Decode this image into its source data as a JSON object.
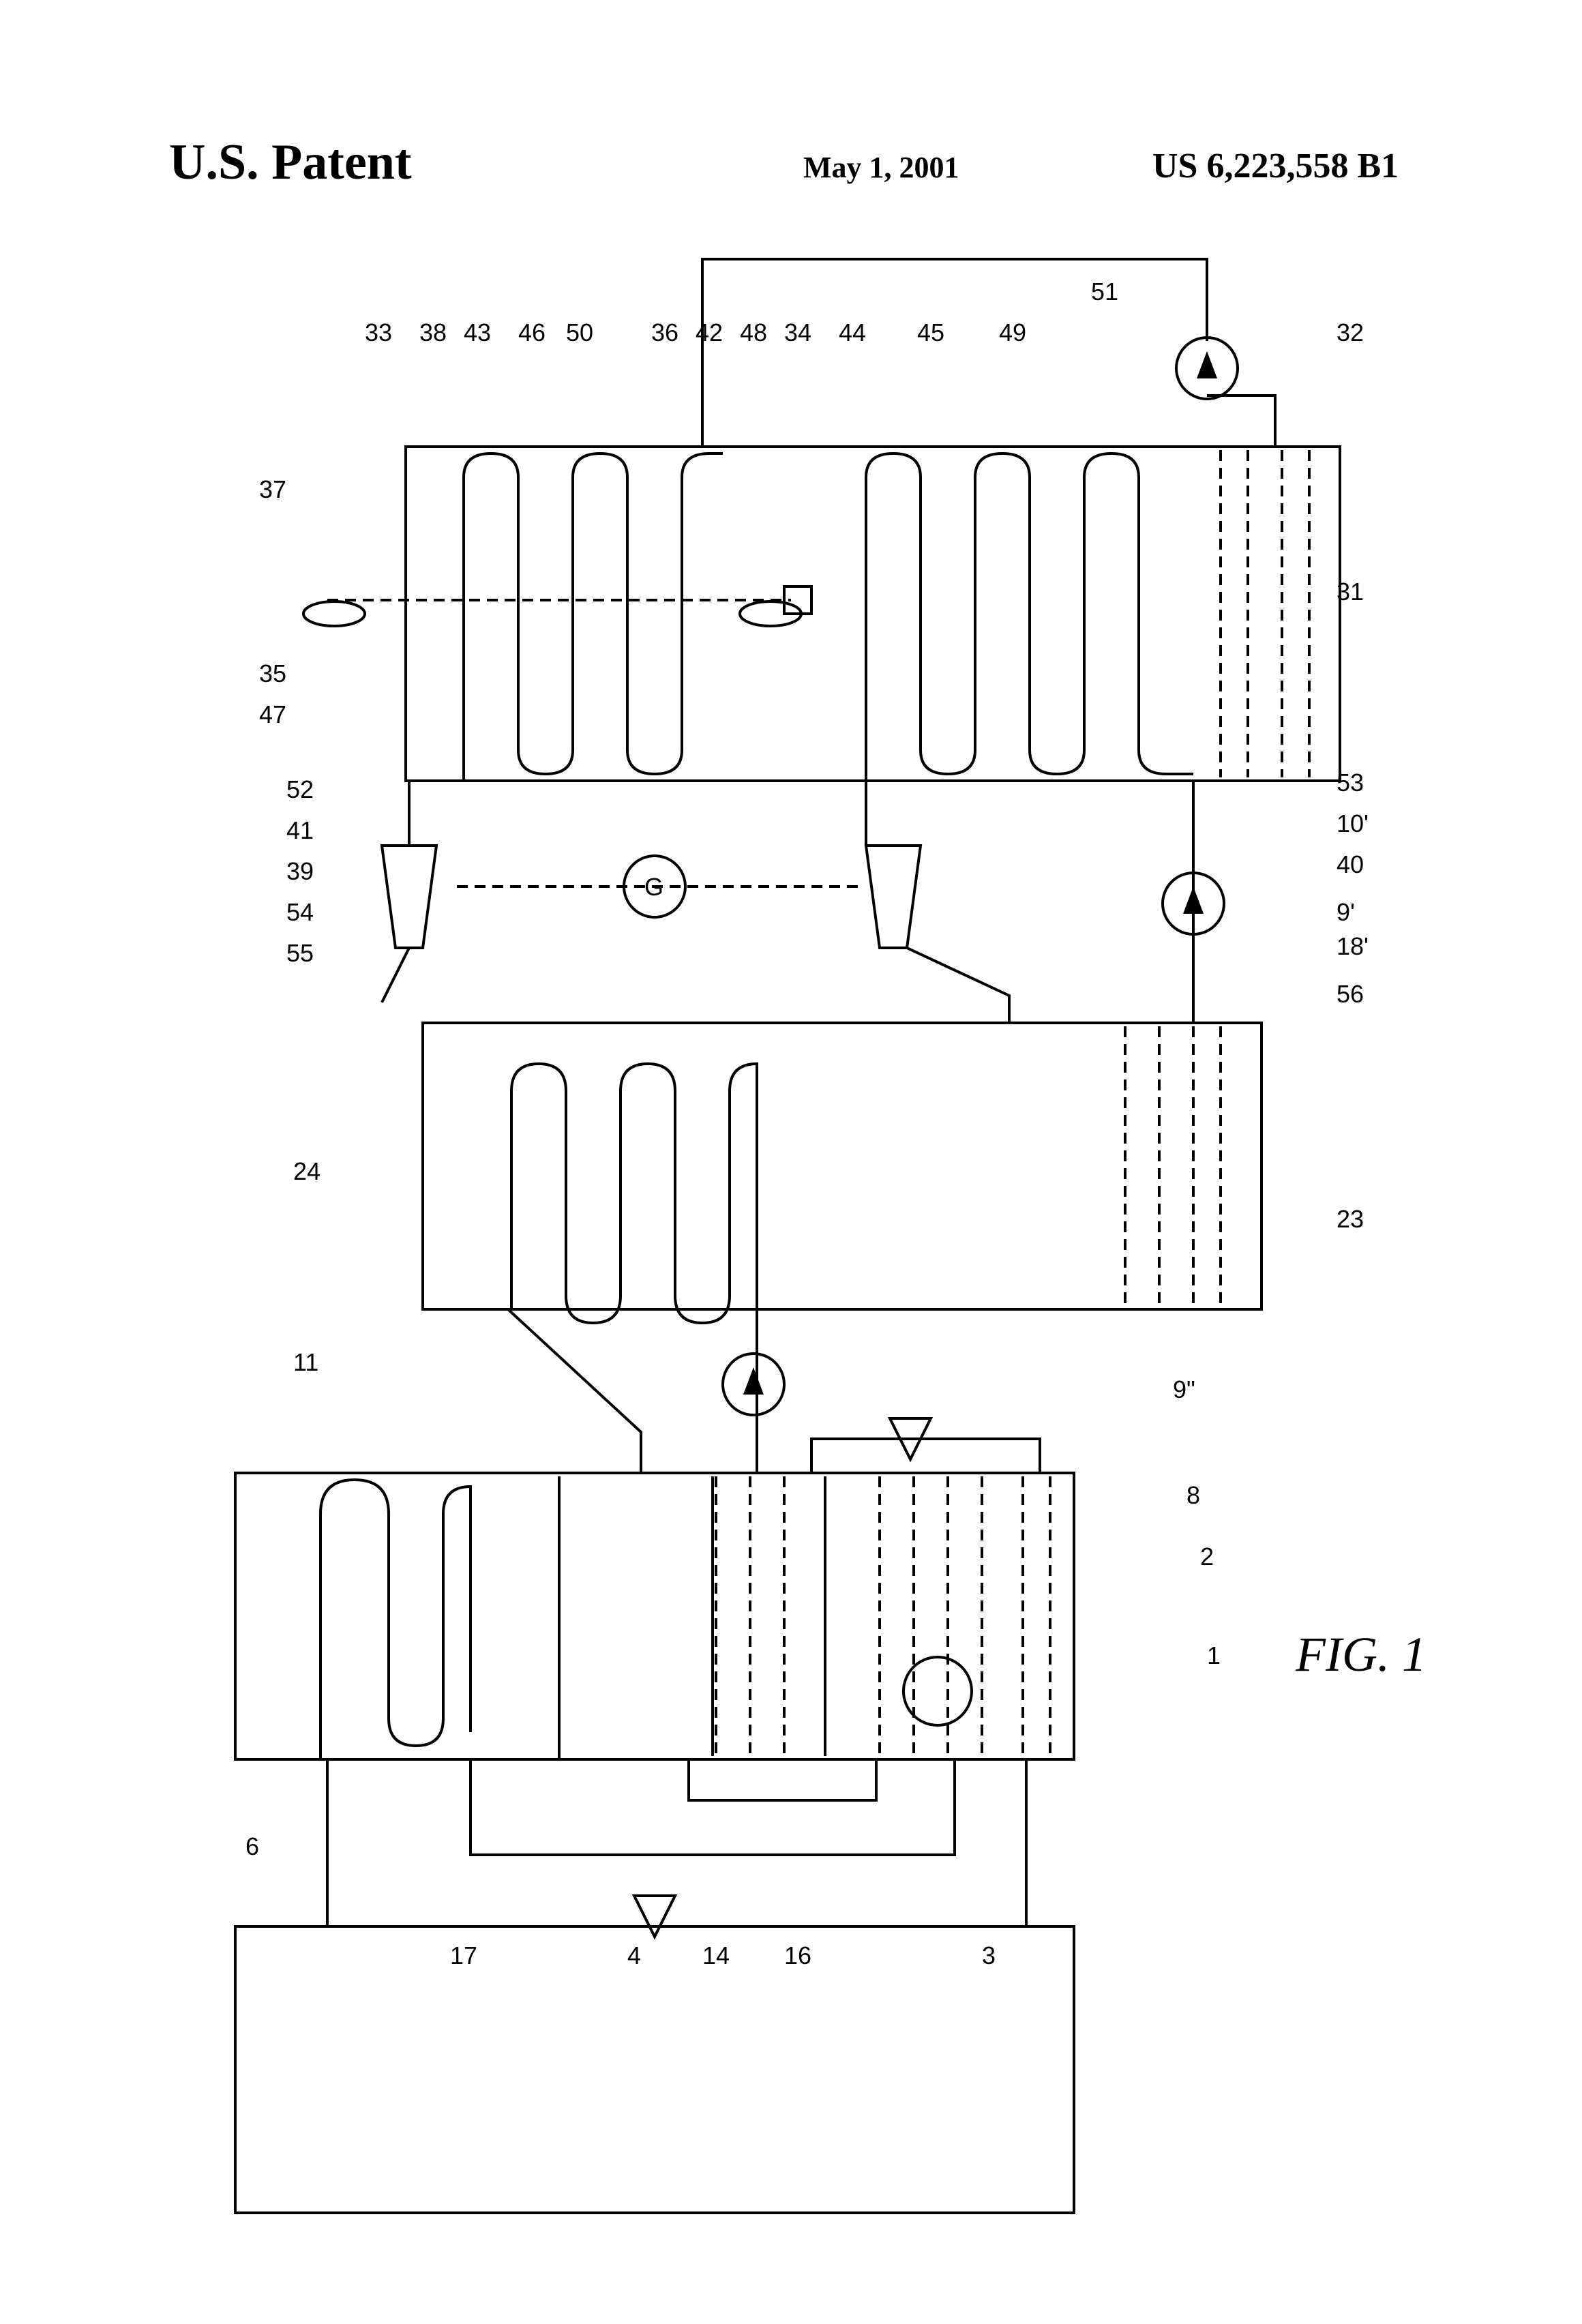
{
  "header": {
    "left": "U.S. Patent",
    "date": "May 1, 2001",
    "number": "US 6,223,558 B1"
  },
  "figure": {
    "caption": "FIG. 1",
    "labels": [
      "1",
      "2",
      "3",
      "4",
      "6",
      "8",
      "9\"",
      "11",
      "14",
      "16",
      "17",
      "23",
      "24",
      "31",
      "32",
      "33",
      "34",
      "35",
      "36",
      "37",
      "38",
      "39",
      "40",
      "41",
      "42",
      "43",
      "44",
      "45",
      "46",
      "47",
      "48",
      "49",
      "50",
      "51",
      "52",
      "53",
      "54",
      "55",
      "56",
      "10'",
      "18'",
      "9'"
    ]
  }
}
